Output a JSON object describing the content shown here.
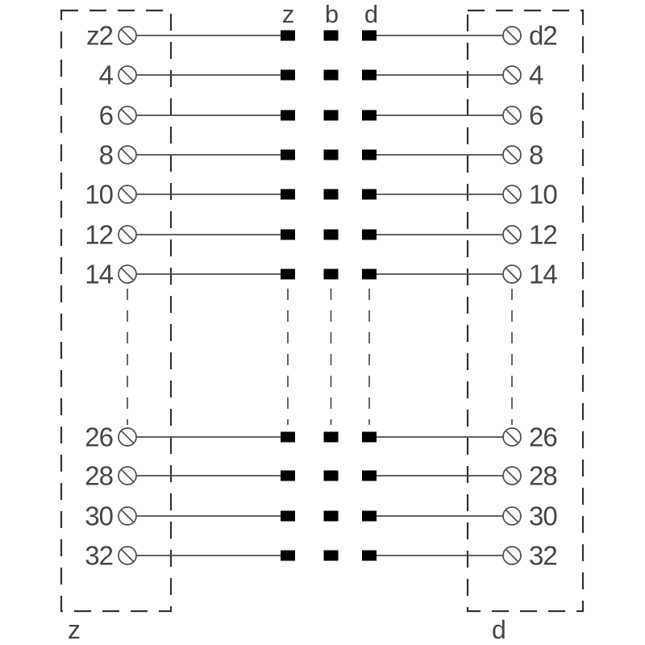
{
  "diagram": {
    "type": "connector-pinout-schematic",
    "pin_columns": [
      {
        "label": "z"
      },
      {
        "label": "b"
      },
      {
        "label": "d"
      }
    ],
    "left_terminal_block": {
      "label": "z"
    },
    "right_terminal_block": {
      "label": "d"
    },
    "rows_top": [
      {
        "left_label": "z2",
        "right_label": "d2"
      },
      {
        "left_label": "4",
        "right_label": "4"
      },
      {
        "left_label": "6",
        "right_label": "6"
      },
      {
        "left_label": "8",
        "right_label": "8"
      },
      {
        "left_label": "10",
        "right_label": "10"
      },
      {
        "left_label": "12",
        "right_label": "12"
      },
      {
        "left_label": "14",
        "right_label": "14"
      }
    ],
    "rows_bottom": [
      {
        "left_label": "26",
        "right_label": "26"
      },
      {
        "left_label": "28",
        "right_label": "28"
      },
      {
        "left_label": "30",
        "right_label": "30"
      },
      {
        "left_label": "32",
        "right_label": "32"
      }
    ],
    "colors": {
      "wire": "#4d4d4d",
      "outline": "#333333",
      "text": "#474747",
      "pin_fill": "#000000"
    }
  }
}
